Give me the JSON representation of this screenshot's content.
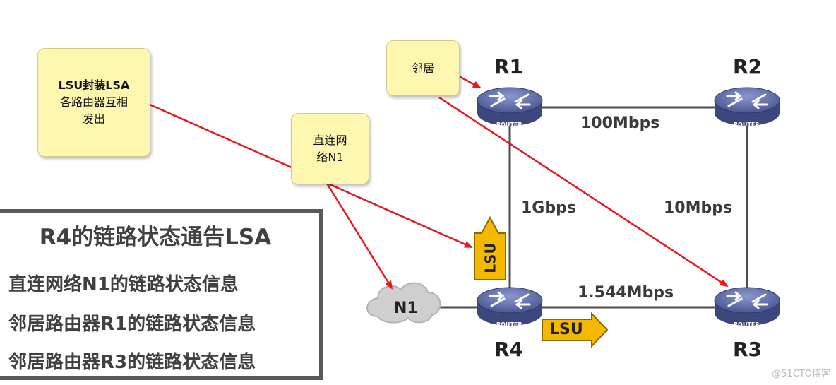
{
  "notes": {
    "lsu": [
      "LSU封装LSA",
      "各路由器互相",
      "发出"
    ],
    "neighbor": "邻居",
    "direct": [
      "直连网",
      "络N1"
    ]
  },
  "routers": {
    "r1": {
      "name": "R1",
      "sub": "ROUTER"
    },
    "r2": {
      "name": "R2",
      "sub": "ROUTER"
    },
    "r3": {
      "name": "R3",
      "sub": "ROUTER"
    },
    "r4": {
      "name": "R4",
      "sub": "ROUTER"
    }
  },
  "links": {
    "r1_r2": "100Mbps",
    "r1_r4": "1Gbps",
    "r2_r3": "10Mbps",
    "r4_r3": "1.544Mbps"
  },
  "network": "N1",
  "lsu_tag": "LSU",
  "infobox": {
    "title": "R4的链路状态通告LSA",
    "lines": [
      "直连网络N1的链路状态信息",
      "邻居路由器R1的链路状态信息",
      "邻居路由器R3的链路状态信息"
    ]
  },
  "watermark": "@51CTO博客",
  "colors": {
    "router": "#5a69a8",
    "arrow": "#e3191c",
    "note_bg": "#fdf7b0",
    "lsu_bg": "#f5b800",
    "link": "#4d4d4d"
  }
}
